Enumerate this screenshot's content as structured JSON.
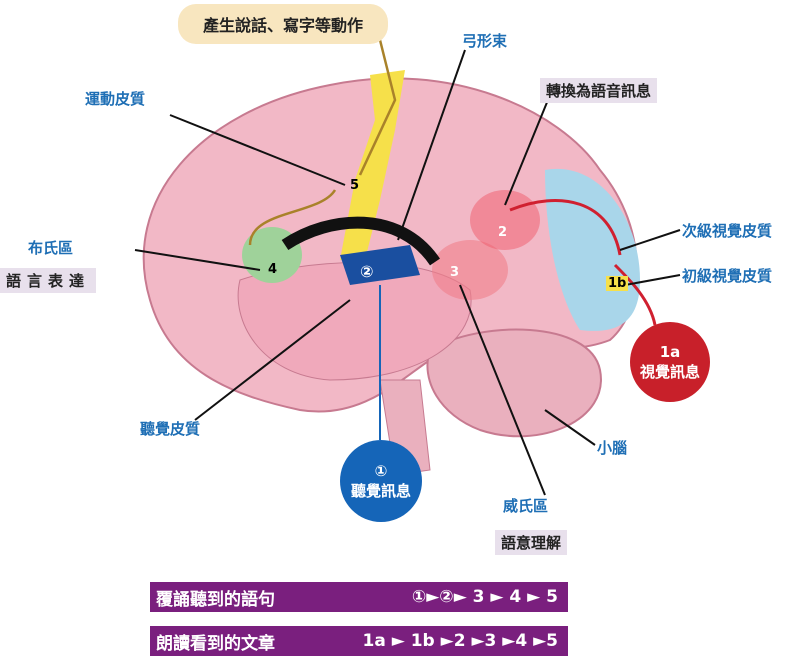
{
  "top_box": "產生說話、寫字等動作",
  "labels": {
    "motor_cortex": "運動皮質",
    "arcuate": "弓形束",
    "convert": "轉換為語音訊息",
    "broca": "布氏區",
    "language_expression": "語言表達",
    "secondary_visual": "次級視覺皮質",
    "primary_visual": "初級視覺皮質",
    "auditory_cortex": "聽覺皮質",
    "cerebellum": "小腦",
    "wernicke": "威氏區",
    "semantic": "語意理解"
  },
  "numbers": {
    "n1a": "1a",
    "n1b": "1b",
    "n2": "2",
    "n3": "3",
    "n4": "4",
    "n5": "5",
    "circle2": "②"
  },
  "visual_circle": {
    "num": "1a",
    "text": "視覺訊息"
  },
  "auditory_circle": {
    "num": "①",
    "text": "聽覺訊息"
  },
  "pathways": [
    {
      "label": "覆誦聽到的語句",
      "sequence": "①►②► 3 ► 4 ► 5"
    },
    {
      "label": "朗讀看到的文章",
      "sequence": "1a ► 1b ►2 ►3 ►4 ►5"
    }
  ],
  "colors": {
    "bar": "#7a1f7e",
    "brain": "#f2b8c6",
    "visual_red": "#c8202a",
    "auditory_blue": "#1565b8"
  }
}
